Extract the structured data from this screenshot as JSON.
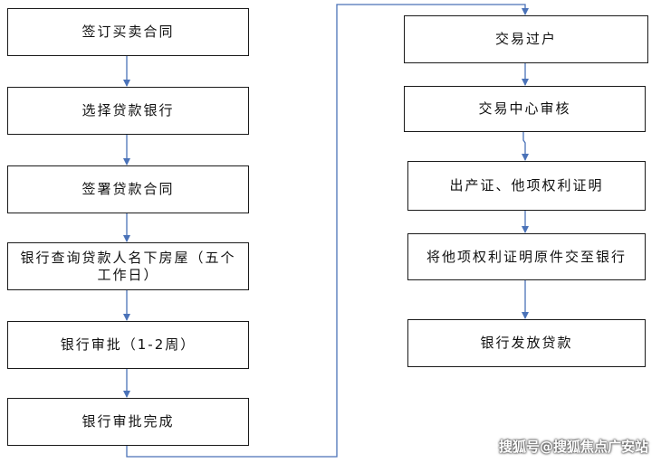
{
  "steps": [
    {
      "id": 1,
      "label": "签订买卖合同"
    },
    {
      "id": 2,
      "label": "选择贷款银行"
    },
    {
      "id": 3,
      "label": "签署贷款合同"
    },
    {
      "id": 4,
      "label": "银行查询贷款人名下房屋（五个工作日）"
    },
    {
      "id": 5,
      "label": "银行审批（1-2周）"
    },
    {
      "id": 6,
      "label": "银行审批完成"
    },
    {
      "id": 7,
      "label": "交易过户"
    },
    {
      "id": 8,
      "label": "交易中心审核"
    },
    {
      "id": 9,
      "label": "出产证、他项权利证明"
    },
    {
      "id": 10,
      "label": "将他项权利证明原件交至银行"
    },
    {
      "id": 11,
      "label": "银行发放贷款"
    }
  ],
  "colors": {
    "connector": "#4a72b8",
    "box_border": "#1a1a1a",
    "text": "#111111"
  },
  "watermark": "搜狐号@搜狐焦点广安站"
}
